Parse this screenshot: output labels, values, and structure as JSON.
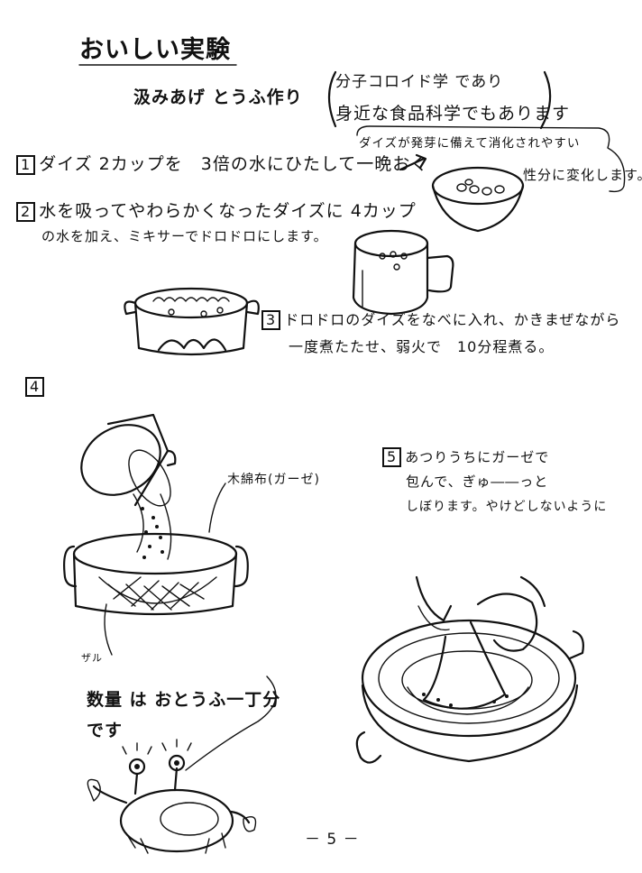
{
  "title": "おいしい実験",
  "subtitle": "汲みあげ とうふ作り",
  "note": {
    "line1": "分子コロイド学 であり",
    "line2": "身近な食品科学でもあります"
  },
  "steps": [
    {
      "num": "1",
      "text": "ダイズ 2カップを　3倍の水にひたして一晩おく"
    },
    {
      "num": "2",
      "line1": "水を吸ってやわらかくなったダイズに 4カップ",
      "line2": "の水を加え、ミキサーでドロドロにします。"
    },
    {
      "num": "3",
      "line1": "ドロドロのダイズをなべに入れ、かきまぜながら",
      "line2": "一度煮たたせ、弱火で　10分程煮る。"
    },
    {
      "num": "4"
    },
    {
      "num": "5",
      "line1": "あつりうちにガーゼで",
      "line2": "包んで、ぎゅ――っと",
      "line3": "しぼります。やけどしないように"
    }
  ],
  "callout": {
    "line1": "ダイズが発芽に備えて消化されやすい",
    "line2": "性分に変化します。"
  },
  "labels": {
    "cloth": "木綿布(ガーゼ)",
    "colander": "ザル"
  },
  "quantity": {
    "line1": "数量 は おとうふ一丁分",
    "line2": "です"
  },
  "page_number": "－ 5 －",
  "icons": [
    "bowl-of-soaked-beans-icon",
    "blender-jar-icon",
    "pot-on-flame-icon",
    "pouring-pot-icon",
    "colander-in-pot-icon",
    "squeezing-hands-icon",
    "crab-doodle-icon"
  ]
}
